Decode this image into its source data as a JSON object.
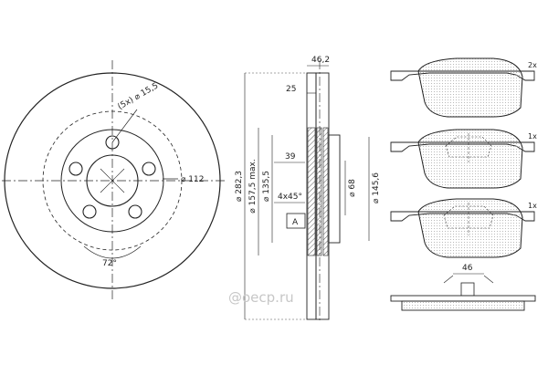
{
  "disc_front": {
    "bolt_label": "(5x) ⌀ 15,5",
    "hub_label": "⌀ 112",
    "angle_label": "72°"
  },
  "disc_section": {
    "width_label": "46,2",
    "offset_label": "25",
    "outer_dia_label": "⌀ 282,3",
    "max_dia_label": "⌀ 157,5 max.",
    "inner_dia_label": "⌀ 135,5",
    "height_label": "39",
    "chamfer_label": "4x45°",
    "center_dia_label": "⌀ 68",
    "hat_dia_label": "⌀ 145,6",
    "marker_label": "A"
  },
  "pads": {
    "pad1_qty": "2x",
    "pad2_qty": "1x",
    "pad3_qty": "1x",
    "spacing_label": "46"
  },
  "watermark": "@oecp.ru"
}
